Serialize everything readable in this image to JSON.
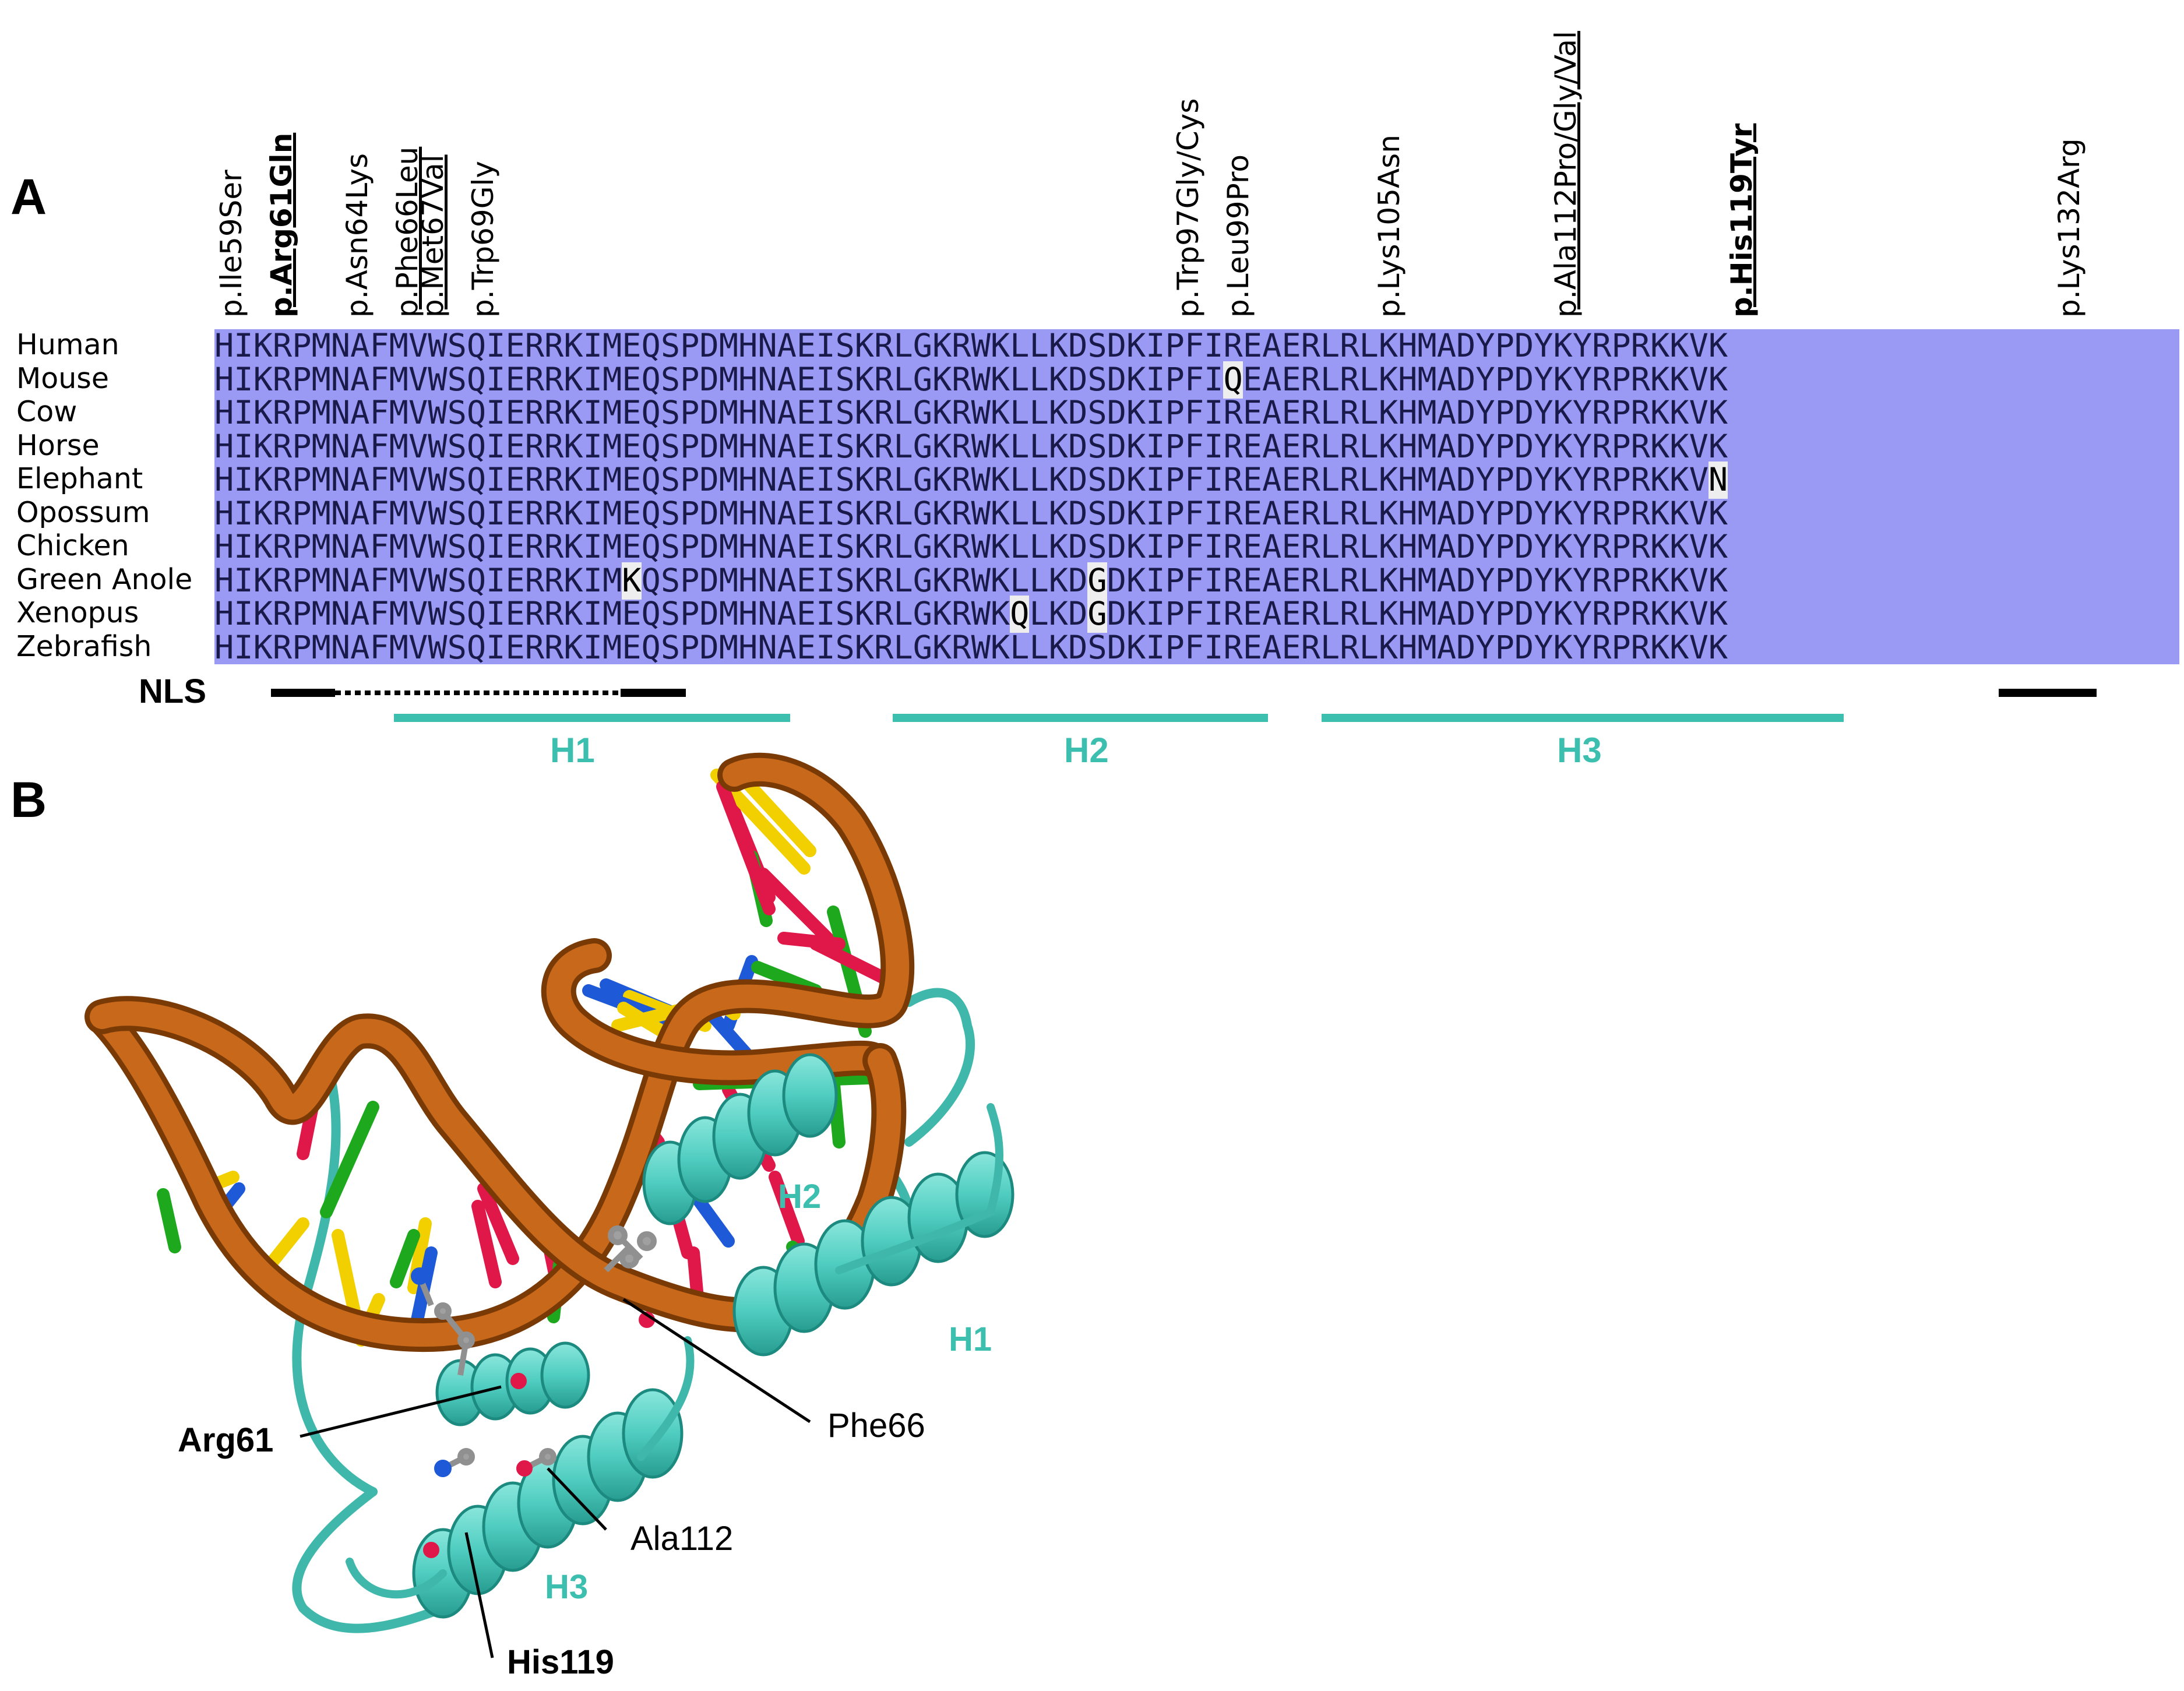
{
  "panels": {
    "a": "A",
    "b": "B"
  },
  "mutations": [
    {
      "label": "p.Ile59Ser",
      "bold": false,
      "underline": false
    },
    {
      "label": "p.Arg61Gln",
      "bold": true,
      "underline": true
    },
    {
      "label": "p.Asn64Lys",
      "bold": false,
      "underline": false
    },
    {
      "label": "p.Phe66Leu",
      "bold": false,
      "underline": true
    },
    {
      "label": "p.Met67Val",
      "bold": false,
      "underline": true
    },
    {
      "label": "p.Trp69Gly",
      "bold": false,
      "underline": false
    },
    {
      "label": "p.Trp97Gly/Cys",
      "bold": false,
      "underline": false
    },
    {
      "label": "p.Leu99Pro",
      "bold": false,
      "underline": false
    },
    {
      "label": "p.Lys105Asn",
      "bold": false,
      "underline": false
    },
    {
      "label": "p.Ala112Pro/Gly/Val",
      "bold": false,
      "underline": true
    },
    {
      "label": "p.His119Tyr",
      "bold": true,
      "underline": true
    },
    {
      "label": "p.Lys132Arg",
      "bold": false,
      "underline": false
    }
  ],
  "alignment": {
    "species": [
      "Human",
      "Mouse",
      "Cow",
      "Horse",
      "Elephant",
      "Opossum",
      "Chicken",
      "Green Anole",
      "Xenopus",
      "Zebrafish"
    ],
    "sequences": [
      "HIKRPMNAFMVWSQIERRKIMEQSPDMHNAEISKRLGKRWKLLKDSDKIPFIREAERLRLKHMADYPDYKYRPRKKVK",
      "HIKRPMNAFMVWSQIERRKIMEQSPDMHNAEISKRLGKRWKLLKDSDKIPFIQEAERLRLKHMADYPDYKYRPRKKVK",
      "HIKRPMNAFMVWSQIERRKIMEQSPDMHNAEISKRLGKRWKLLKDSDKIPFIREAERLRLKHMADYPDYKYRPRKKVK",
      "HIKRPMNAFMVWSQIERRKIMEQSPDMHNAEISKRLGKRWKLLKDSDKIPFIREAERLRLKHMADYPDYKYRPRKKVK",
      "HIKRPMNAFMVWSQIERRKIMEQSPDMHNAEISKRLGKRWKLLKDSDKIPFIREAERLRLKHMADYPDYKYRPRKKVN",
      "HIKRPMNAFMVWSQIERRKIMEQSPDMHNAEISKRLGKRWKLLKDSDKIPFIREAERLRLKHMADYPDYKYRPRKKVK",
      "HIKRPMNAFMVWSQIERRKIMEQSPDMHNAEISKRLGKRWKLLKDSDKIPFIREAERLRLKHMADYPDYKYRPRKKVK",
      "HIKRPMNAFMVWSQIERRKIMKQSPDMHNAEISKRLGKRWKLLKDGDKIPFIREAERLRLKHMADYPDYKYRPRKKVK",
      "HIKRPMNAFMVWSQIERRKIMEQSPDMHNAEISKRLGKRWKQLKDGDKIPFIREAERLRLKHMADYPDYKYRPRKKVK",
      "HIKRPMNAFMVWSQIERRKIMEQSPDMHNAEISKRLGKRWKLLKDSDKIPFIREAERLRLKHMADYPDYKYRPRKKVK"
    ]
  },
  "annotations": {
    "nls_label": "NLS",
    "helices": [
      "H1",
      "H2",
      "H3"
    ]
  },
  "structure": {
    "helix_labels": [
      "H2",
      "H1",
      "H3"
    ],
    "residues": [
      {
        "label": "Arg61",
        "bold": true
      },
      {
        "label": "Phe66",
        "bold": false
      },
      {
        "label": "Ala112",
        "bold": false
      },
      {
        "label": "His119",
        "bold": true
      }
    ],
    "colors": {
      "dna_backbone": "#b85a10",
      "protein": "#4fcdc0",
      "base_red": "#e0184a",
      "base_green": "#1ea81e",
      "base_yellow": "#f2d000",
      "base_blue": "#1e5ad8",
      "alignment_bg": "#9a9af5"
    }
  }
}
